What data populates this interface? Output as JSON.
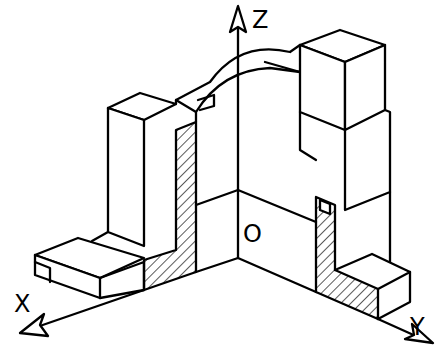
{
  "diagram": {
    "labels": [
      "Z",
      "X",
      "Y",
      "O"
    ]
  }
}
